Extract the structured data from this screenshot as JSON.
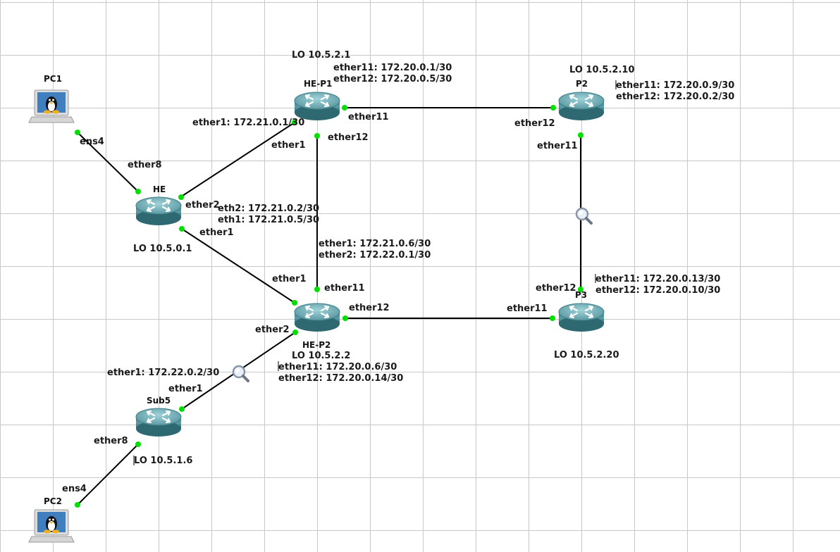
{
  "nodes": {
    "pc1": {
      "name": "PC1"
    },
    "pc2": {
      "name": "PC2"
    },
    "he": {
      "name": "HE"
    },
    "hep1": {
      "name": "HE-P1"
    },
    "hep2": {
      "name": "HE-P2"
    },
    "p2": {
      "name": "P2"
    },
    "p3": {
      "name": "P3"
    },
    "sub5": {
      "name": "Sub5"
    }
  },
  "port_labels": {
    "pc1_ens4": "ens4",
    "he_ether8": "ether8",
    "he_ether2": "ether2",
    "he_ether1": "ether1",
    "hep1_ether1": "ether1",
    "hep1_ether11": "ether11",
    "hep1_ether12": "ether12",
    "p2_ether12": "ether12",
    "p2_ether11": "ether11",
    "p3_ether12": "ether12",
    "p3_ether11": "ether11",
    "hep2_ether1": "ether1",
    "hep2_ether11": "ether11",
    "hep2_ether12": "ether12",
    "hep2_ether2": "ether2",
    "sub5_ether1": "ether1",
    "sub5_ether8": "ether8",
    "pc2_ens4": "ens4"
  },
  "notes": {
    "hep1_lo": "LO 10.5.2.1",
    "hep1_e11": "ether11: 172.20.0.1/30",
    "hep1_e12": "ether12: 172.20.0.5/30",
    "hep1_e1": "ether1: 172.21.0.1/30",
    "p2_lo": "LO 10.5.2.10",
    "p2_e11": "ether11: 172.20.0.9/30",
    "p2_e12": "ether12: 172.20.0.2/30",
    "he_eth2": "eth2: 172.21.0.2/30",
    "he_eth1": "eth1: 172.21.0.5/30",
    "he_lo": "LO 10.5.0.1",
    "hep2_e1": "ether1: 172.21.0.6/30",
    "hep2_e2": "ether2: 172.22.0.1/30",
    "p3_e11": "ether11: 172.20.0.13/30",
    "p3_e12": "ether12: 172.20.0.10/30",
    "hep2_lo": "LO 10.5.2.2",
    "hep2_e11": "ether11: 172.20.0.6/30",
    "hep2_e12": "ether12: 172.20.0.14/30",
    "p3_lo": "LO 10.5.2.20",
    "sub5_e1": "ether1: 172.22.0.2/30",
    "sub5_lo": "LO 10.5.1.6"
  },
  "colors": {
    "grid": "#c8c8c8",
    "link": "#000000",
    "port_dot": "#00e000",
    "router_body": "#4e8e98",
    "router_top": "#7fbcc4"
  },
  "icons": {
    "router": "router-icon",
    "pc": "linux-pc-icon",
    "capture": "magnifier-capture-icon"
  }
}
